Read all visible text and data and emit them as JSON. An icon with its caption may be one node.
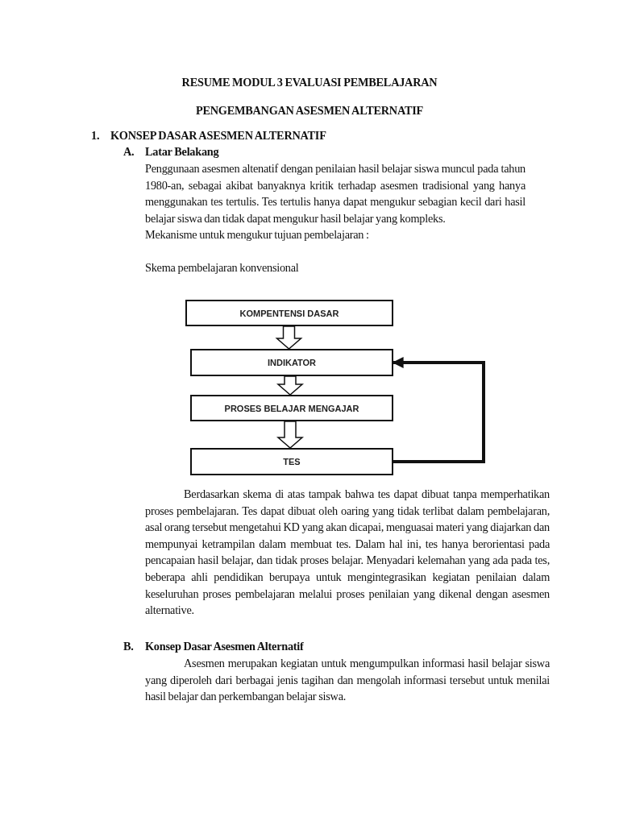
{
  "diagram": {
    "title": "RESUME MODUL 3 EVALUASI PEMBELAJARAN",
    "nodes": [
      {
        "text": [
          "KOMPENTENSI DASAR"
        ]
      },
      {
        "text": [
          "INDIKATOR"
        ]
      },
      {
        "text": [
          "PROSES BELAJAR MENGAJAR"
        ]
      },
      {
        "text": [
          "TES"
        ]
      }
    ],
    "edges": [
      {
        "from": 0,
        "to": 1,
        "arrow": "to"
      },
      {
        "from": 1,
        "to": 2,
        "arrow": "to"
      },
      {
        "from": 2,
        "to": 3,
        "arrow": "to"
      },
      {
        "from": 3,
        "to": 1,
        "arrow": "to"
      }
    ],
    "labels": [
      "PENGEMBANGAN ASESMEN ALTERNATIF",
      "1.",
      "KONSEP DASAR ASESMEN ALTERNATIF",
      "A.",
      "Latar Belakang",
      "Penggunaan asesmen altenatif dengan penilaian hasil belajar siswa muncul pada tahun 1980-an, sebagai akibat banyaknya kritik terhadap asesmen tradisional yang hanya menggunakan tes tertulis. Tes tertulis hanya dapat mengukur sebagian kecil dari hasil belajar siswa dan tidak dapat mengukur hasil belajar yang kompleks.",
      "Mekanisme untuk mengukur tujuan pembelajaran :",
      "Skema pembelajaran konvensional",
      "Berdasarkan skema di atas tampak bahwa tes dapat dibuat tanpa memperhatikan proses pembelajaran. Tes dapat dibuat oleh oaring yang tidak terlibat dalam pembelajaran, asal orang tersebut mengetahui KD yang akan dicapai, menguasai materi yang diajarkan dan mempunyai ketrampilan dalam membuat tes. Dalam hal ini, tes hanya berorientasi pada pencapaian hasil belajar, dan tidak proses belajar. Menyadari kelemahan yang ada pada tes, beberapa ahli pendidikan berupaya untuk mengintegrasikan kegiatan penilaian dalam keseluruhan proses pembelajaran melalui proses penilaian yang dikenal dengan asesmen alternative.",
      "B.",
      "Konsep Dasar Asesmen Alternatif",
      "Asesmen merupakan kegiatan untuk mengumpulkan informasi hasil belajar siswa yang diperoleh dari berbagai jenis tagihan dan mengolah informasi tersebut untuk menilai hasil belajar dan perkembangan belajar siswa."
    ]
  }
}
